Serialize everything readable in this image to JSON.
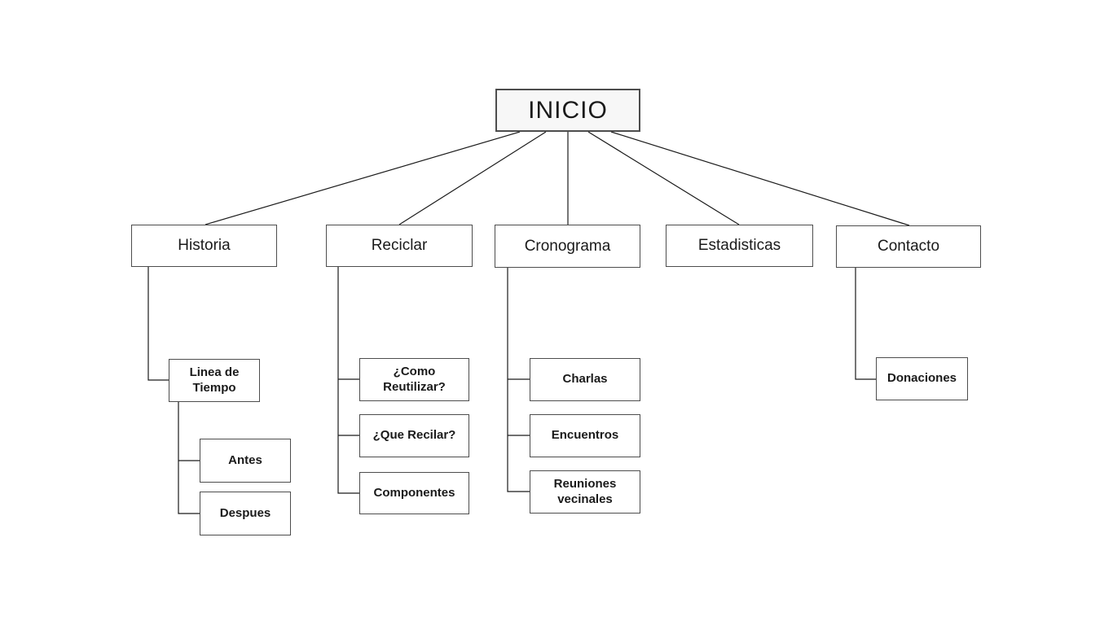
{
  "colors": {
    "page_bg": "#ffffff",
    "line": "#1a1a1a",
    "node_border": "#4d4d4d",
    "node_fill": "#ffffff",
    "root_fill": "#f7f7f7",
    "text": "#1a1a1a"
  },
  "nodes": {
    "root": {
      "label": "INICIO"
    },
    "historia": {
      "label": "Historia"
    },
    "reciclar": {
      "label": "Reciclar"
    },
    "cronograma": {
      "label": "Cronograma"
    },
    "estadisticas": {
      "label": "Estadisticas"
    },
    "contacto": {
      "label": "Contacto"
    },
    "linea_de_tiempo": {
      "label": "Linea de Tiempo"
    },
    "antes": {
      "label": "Antes"
    },
    "despues": {
      "label": "Despues"
    },
    "como_reutilizar": {
      "label": "¿Como Reutilizar?"
    },
    "que_recilar": {
      "label": "¿Que Recilar?"
    },
    "componentes": {
      "label": "Componentes"
    },
    "charlas": {
      "label": "Charlas"
    },
    "encuentros": {
      "label": "Encuentros"
    },
    "reuniones_vecinales": {
      "label": "Reuniones vecinales"
    },
    "donaciones": {
      "label": "Donaciones"
    }
  }
}
